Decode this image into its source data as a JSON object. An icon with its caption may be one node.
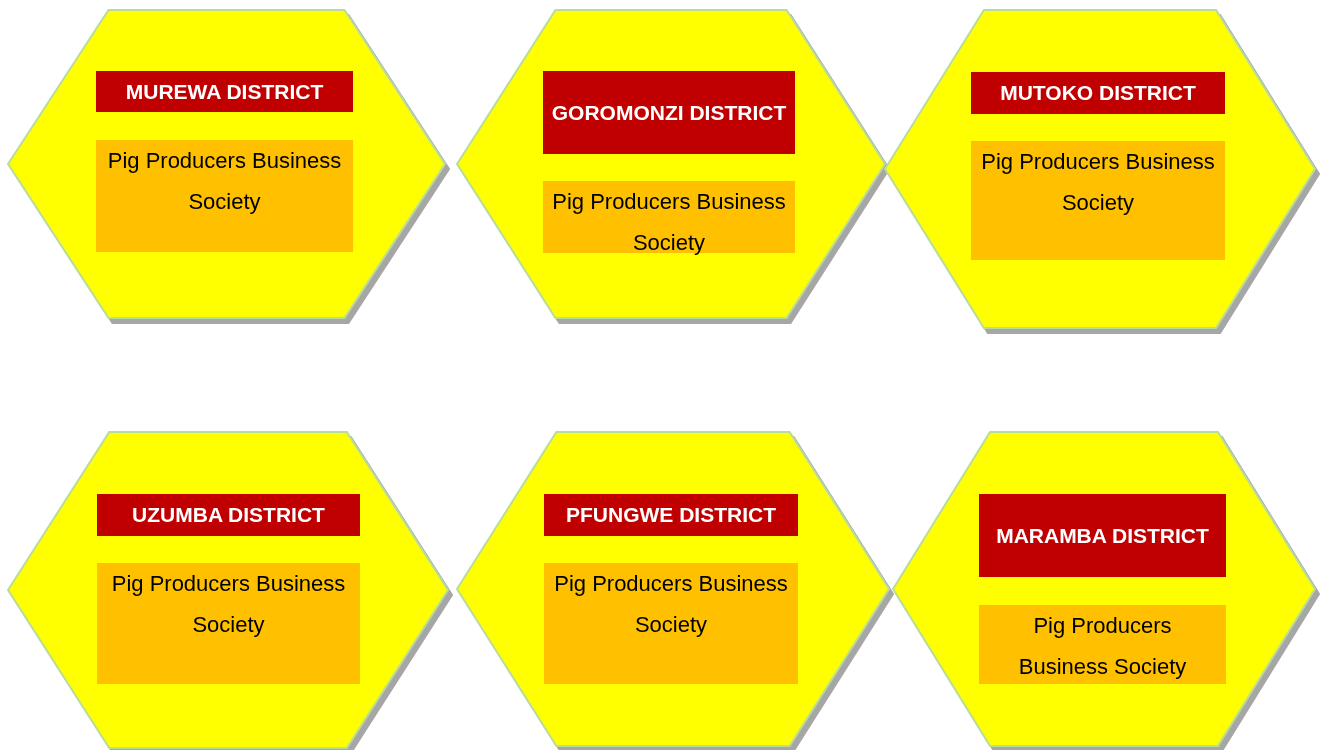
{
  "diagram": {
    "nodes": [
      {
        "text": [],
        "shape": "hexagon"
      },
      {
        "text": [
          "MUREWA DISTRICT"
        ],
        "in": 0
      },
      {
        "text": [
          "Pig Producers Business Society"
        ],
        "in": 0
      },
      {
        "text": [],
        "shape": "hexagon"
      },
      {
        "text": [
          "GOROMONZI DISTRICT"
        ],
        "in": 3
      },
      {
        "text": [
          "Pig Producers Business Society"
        ],
        "in": 3
      },
      {
        "text": [],
        "shape": "hexagon"
      },
      {
        "text": [
          "MUTOKO DISTRICT"
        ],
        "in": 6
      },
      {
        "text": [
          "Pig Producers Business Society"
        ],
        "in": 6
      },
      {
        "text": [],
        "shape": "hexagon"
      },
      {
        "text": [
          "UZUMBA DISTRICT"
        ],
        "in": 9
      },
      {
        "text": [
          "Pig Producers Business Society"
        ],
        "in": 9
      },
      {
        "text": [],
        "shape": "hexagon"
      },
      {
        "text": [
          "PFUNGWE DISTRICT"
        ],
        "in": 12
      },
      {
        "text": [
          "Pig Producers Business Society"
        ],
        "in": 12
      },
      {
        "text": [],
        "shape": "hexagon"
      },
      {
        "text": [
          "MARAMBA DISTRICT"
        ],
        "in": 15
      },
      {
        "text": [
          "Pig Producers Business Society"
        ],
        "in": 15
      }
    ]
  }
}
